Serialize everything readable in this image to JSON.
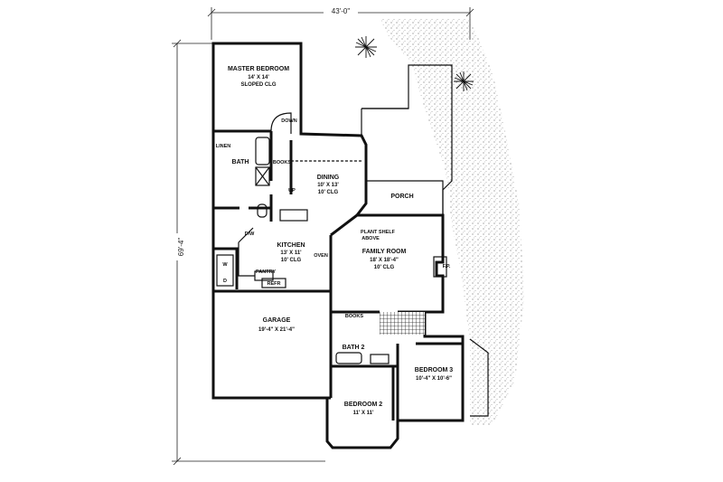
{
  "dimensions": {
    "width": "43'-0\"",
    "depth": "69'-4\""
  },
  "rooms": {
    "master_bedroom": {
      "name": "MASTER BEDROOM",
      "size": "14' X 14'",
      "ceiling": "SLOPED CLG"
    },
    "dining": {
      "name": "DINING",
      "size": "10' X 13'",
      "ceiling": "10' CLG"
    },
    "kitchen": {
      "name": "KITCHEN",
      "size": "13' X 11'",
      "ceiling": "10' CLG"
    },
    "family_room": {
      "name": "FAMILY ROOM",
      "size": "18' X 18'-4\"",
      "ceiling": "10' CLG"
    },
    "garage": {
      "name": "GARAGE",
      "size": "19'-4\" X 21'-4\""
    },
    "bedroom_2": {
      "name": "BEDROOM 2",
      "size": "11' X 11'"
    },
    "bedroom_3": {
      "name": "BEDROOM 3",
      "size": "10'-4\" X 10'-6\""
    },
    "bath": {
      "name": "BATH"
    },
    "bath_2": {
      "name": "BATH 2"
    },
    "porch": {
      "name": "PORCH"
    }
  },
  "labels": {
    "down": "DOWN",
    "up": "UP",
    "linen": "LINEN",
    "books": "BOOKS",
    "books_2": "BOOKS",
    "dw": "D/W",
    "oven": "OVEN",
    "pantry": "PANTRY",
    "refr": "REFR",
    "w": "W",
    "d": "D",
    "plant_shelf": "PLANT SHELF",
    "above": "ABOVE",
    "fp": "F.P."
  }
}
